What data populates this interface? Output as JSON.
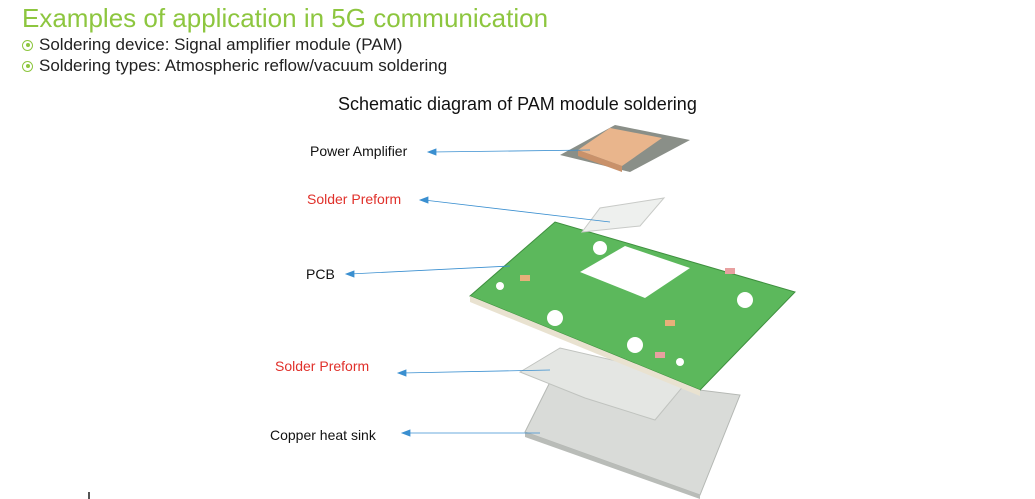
{
  "title": "Examples of application in 5G communication",
  "bullets": [
    "Soldering device: Signal amplifier module (PAM)",
    "Soldering types: Atmospheric reflow/vacuum soldering"
  ],
  "diagram": {
    "title": "Schematic diagram of PAM module soldering",
    "labels": {
      "amplifier": "Power Amplifier",
      "preform_top": "Solder Preform",
      "pcb": "PCB",
      "preform_bottom": "Solder Preform",
      "heatsink": "Copper heat sink"
    }
  },
  "colors": {
    "accent": "#8dc63f",
    "label_red": "#e0302a",
    "arrow": "#3a8fd0"
  }
}
